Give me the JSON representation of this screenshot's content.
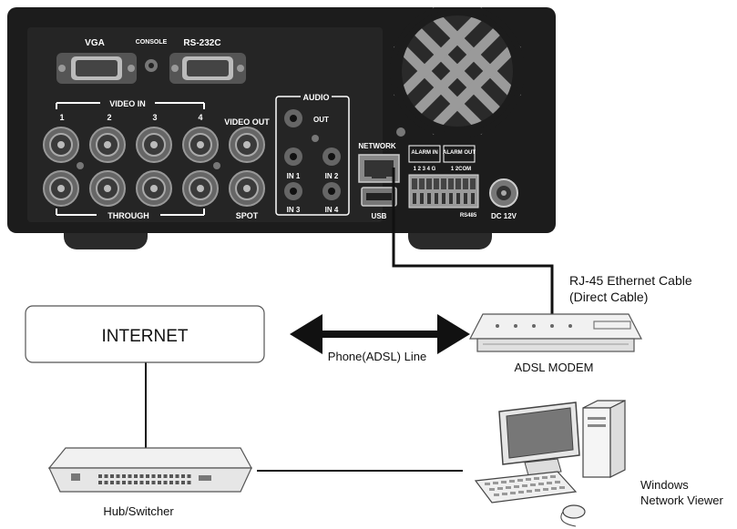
{
  "panel": {
    "vga": "VGA",
    "console": "CONSOLE",
    "rs232c": "RS-232C",
    "video_in": "VIDEO IN",
    "video_in_nums": [
      "1",
      "2",
      "3",
      "4"
    ],
    "through": "THROUGH",
    "video_out": "VIDEO OUT",
    "spot": "SPOT",
    "audio": "AUDIO",
    "audio_out": "OUT",
    "audio_in": [
      "IN 1",
      "IN 2",
      "IN 3",
      "IN 4"
    ],
    "network": "NETWORK",
    "usb": "USB",
    "alarm_in": "ALARM IN",
    "alarm_out": "ALARM OUT",
    "alarm_in_pins": "1 2 3 4 G",
    "alarm_out_pins": "1 2COM",
    "rs485": "RS485",
    "dc": "DC 12V"
  },
  "labels": {
    "internet": "INTERNET",
    "phone_line": "Phone(ADSL) Line",
    "cable_line1": "RJ-45 Ethernet Cable",
    "cable_line2": "(Direct Cable)",
    "modem": "ADSL MODEM",
    "hub": "Hub/Switcher",
    "pc_line1": "Windows",
    "pc_line2": "Network Viewer"
  }
}
